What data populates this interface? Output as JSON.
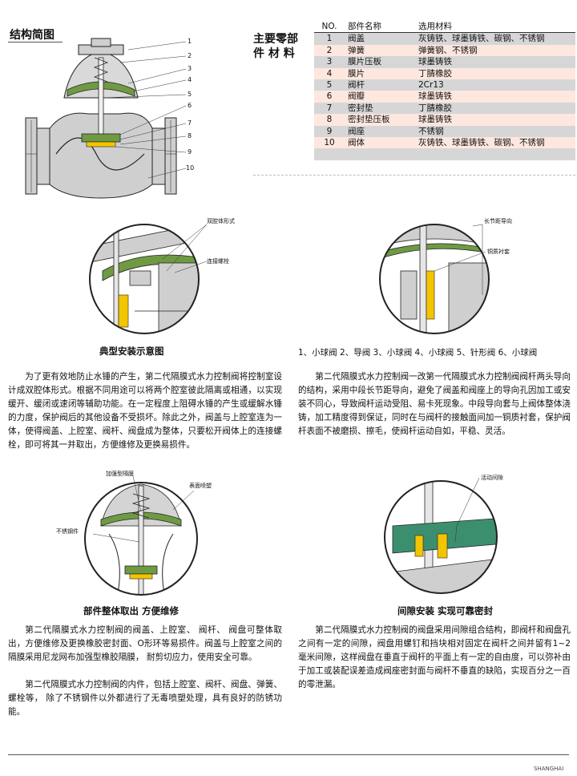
{
  "structure": {
    "title": "结构简图",
    "callouts": [
      "1",
      "2",
      "3",
      "4",
      "5",
      "6",
      "7",
      "8",
      "9",
      "10"
    ]
  },
  "parts": {
    "title_line1": "主要零部",
    "title_line2": "件 材 料",
    "headers": [
      "NO.",
      "部件名称",
      "选用材料"
    ],
    "rows": [
      {
        "no": "1",
        "name": "阀盖",
        "material": "灰铸铁、球墨铸铁、碳钢、不锈钢"
      },
      {
        "no": "2",
        "name": "弹簧",
        "material": "弹簧钢、不锈钢"
      },
      {
        "no": "3",
        "name": "膜片压板",
        "material": "球墨铸铁"
      },
      {
        "no": "4",
        "name": "膜片",
        "material": "丁腈橡胶"
      },
      {
        "no": "5",
        "name": "阀杆",
        "material": "2Cr13"
      },
      {
        "no": "6",
        "name": "阀瓣",
        "material": "球墨铸铁"
      },
      {
        "no": "7",
        "name": "密封垫",
        "material": "丁腈橡胶"
      },
      {
        "no": "8",
        "name": "密封垫压板",
        "material": "球墨铸铁"
      },
      {
        "no": "9",
        "name": "阀座",
        "material": "不锈钢"
      },
      {
        "no": "10",
        "name": "阀体",
        "material": "灰铸铁、球墨铸铁、碳钢、不锈钢"
      }
    ]
  },
  "figures": {
    "dual_chamber": {
      "label1": "双腔体形式",
      "label2": "连接螺栓"
    },
    "guide": {
      "label1": "长节距导向",
      "label2": "铜质衬套"
    },
    "removal": {
      "label1": "加强型隔膜",
      "label2": "表面喷塑",
      "label3": "不锈钢件"
    },
    "clearance": {
      "label1": "活动间隙"
    }
  },
  "captions": {
    "install": "典型安装示意图",
    "install_list": "1、小球阀  2、导阀  3、小球阀  4、小球阀  5、针形阀  6、小球阀",
    "removal": "部件整体取出   方便维修",
    "clearance": "间隙安装   实现可靠密封"
  },
  "paragraphs": {
    "p1": "为了更有效地防止水锤的产生，第二代隔膜式水力控制阀将控制室设计成双腔体形式。根据不同用途可以将两个腔室彼此隔离或相通，以实现缓开、缓闭或速闭等辅助功能。在一定程度上阻碍水锤的产生或缓解水锤的力度，保护阀后的其他设备不受损坏。除此之外，阀盖与上腔室连为一体，使得阀盖、上腔室、阀杆、阀盘成为整体，只要松开阀体上的连接螺栓，即可将其一并取出，方便维修及更换易损件。",
    "p2": "第二代隔膜式水力控制阀一改第一代隔膜式水力控制阀阀杆两头导向的结构，采用中段长节距导向，避免了阀盖和阀座上的导向孔因加工或安装不同心，导致阀杆运动受阻、易卡死现象。中段导向套与上阀体整体浇铸，加工精度得到保证，同时在与阀杆的接触面间加一铜质衬套，保护阀杆表面不被磨损、擦毛，使阀杆运动自如，平稳、灵活。",
    "p3a": "第二代隔膜式水力控制阀的阀盖、上腔室、 阀杆、 阀盘可整体取出，方便维修及更换橡胶密封面、O形环等易损件。阀盖与上腔室之间的隔膜采用尼龙网布加强型橡胶隔膜， 耐剪切应力，使用安全可靠。",
    "p3b": "第二代隔膜式水力控制阀的内件，包括上腔室、阀杆、阀盘、弹簧、螺栓等， 除了不锈钢件以外都进行了无毒喷塑处理，具有良好的防锈功能。",
    "p4": "第二代隔膜式水力控制阀的阀盘采用间隙组合结构，即阀杆和阀盘孔之间有一定的间隙，阀盘用螺钉和挡块相对固定在阀杆之间并留有1~2毫米间隙，这样阀盘在垂直于阀杆的平面上有一定的自由度，可以弥补由于加工或装配误差造成阀座密封面与阀杆不垂直的缺陷，实现百分之一百的零泄漏。"
  },
  "footer": {
    "brand": "SHANGHAI"
  },
  "colors": {
    "green": "#6f9a43",
    "yellow": "#f2c500",
    "teal": "#3c8f6e",
    "gray": "#c9c9c9",
    "pink": "#fde7df"
  }
}
